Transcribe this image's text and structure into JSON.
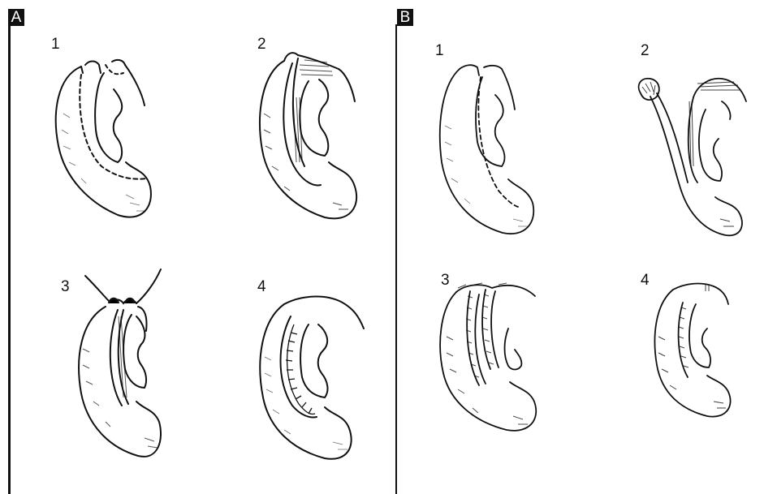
{
  "panels": [
    {
      "label": "A",
      "steps": [
        "1",
        "2",
        "3",
        "4"
      ]
    },
    {
      "label": "B",
      "steps": [
        "1",
        "2",
        "3",
        "4"
      ]
    }
  ],
  "icons": {
    "ear_drawing": "ear-sketch-icon",
    "suture": "suture-icon"
  },
  "colors": {
    "ink": "#111111",
    "background": "#ffffff"
  }
}
